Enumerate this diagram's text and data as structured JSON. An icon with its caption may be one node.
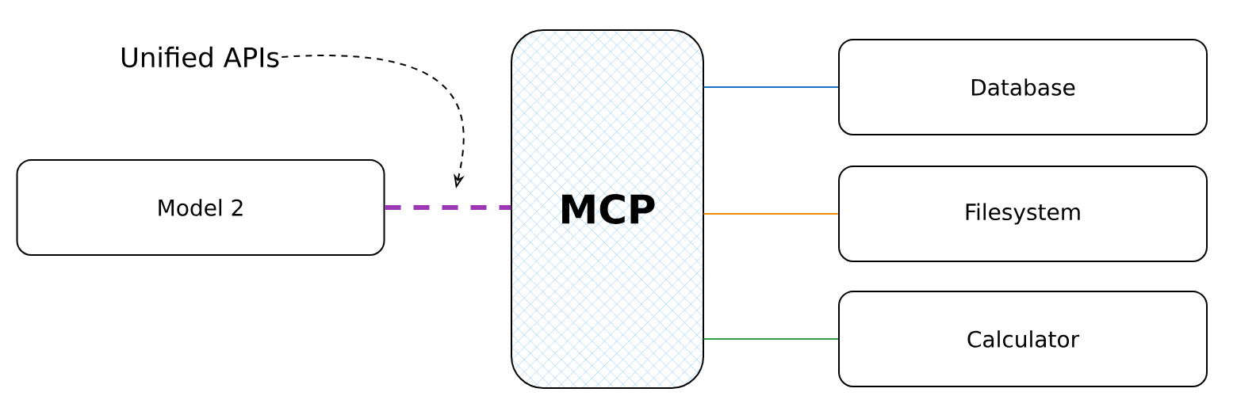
{
  "diagram": {
    "nodes": [
      {
        "text": [
          "Unified APIs"
        ]
      },
      {
        "text": [
          "Model 2"
        ]
      },
      {
        "text": [
          "MCP"
        ]
      },
      {
        "text": [
          "Database"
        ]
      },
      {
        "text": [
          "Filesystem"
        ]
      },
      {
        "text": [
          "Calculator"
        ]
      }
    ],
    "edges": [
      {
        "from": 0,
        "to": null,
        "arrow": "to",
        "style": "dashed"
      },
      {
        "from": 1,
        "to": 2,
        "arrow": "none",
        "style": "dashed",
        "color": "#9c36b5"
      },
      {
        "from": 2,
        "to": 3,
        "arrow": "none",
        "color": "#1971c2"
      },
      {
        "from": 2,
        "to": 4,
        "arrow": "none",
        "color": "#f08c00"
      },
      {
        "from": 2,
        "to": 5,
        "arrow": "none",
        "color": "#2f9e44"
      }
    ]
  }
}
